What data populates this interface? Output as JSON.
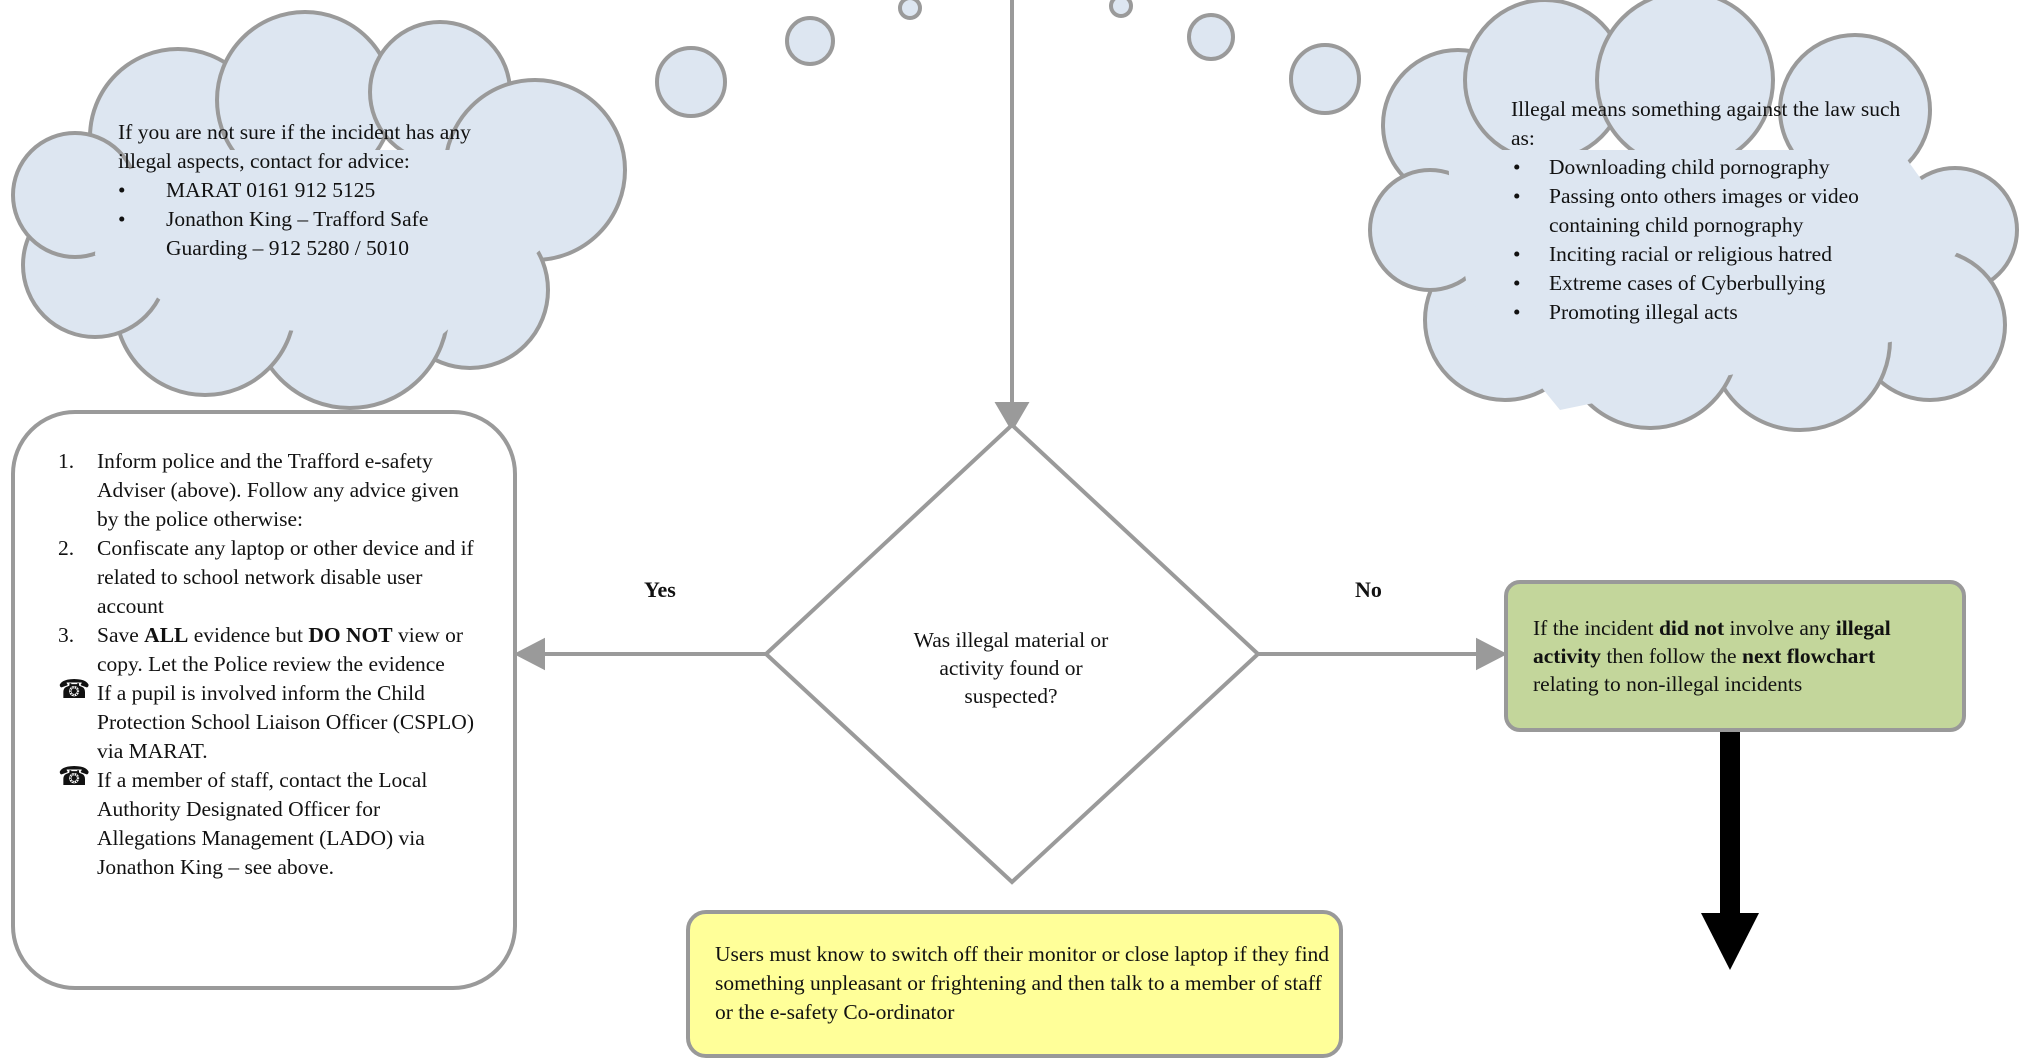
{
  "diagram": {
    "cloud_left": {
      "intro": "If you are not sure if the incident has any illegal aspects, contact for advice:",
      "items": [
        "MARAT 0161 912 5125",
        "Jonathon King – Trafford Safe Guarding – 912 5280 / 5010"
      ]
    },
    "cloud_right": {
      "intro": "Illegal means something against the law such as:",
      "items": [
        "Downloading child pornography",
        "Passing onto others images or video containing child pornography",
        "Inciting racial or religious hatred",
        "Extreme cases of Cyberbullying",
        "Promoting illegal acts"
      ]
    },
    "decision": {
      "text": "Was illegal material or activity found or suspected?"
    },
    "yes_label": "Yes",
    "no_label": "No",
    "yes_action": {
      "steps": [
        {
          "num": "1.",
          "text": "Inform police and the Trafford e-safety Adviser (above). Follow any advice given by the police otherwise:"
        },
        {
          "num": "2.",
          "text": "Confiscate any laptop or other device and if related to school network disable user account"
        },
        {
          "num": "3.",
          "pre": "Save ",
          "b1": "ALL",
          "mid": " evidence but ",
          "b2": "DO NOT",
          "post": " view or copy. Let the Police review the evidence"
        }
      ],
      "phone_icon": "telephone-icon",
      "phone_items": [
        "If a pupil is involved inform the Child Protection School Liaison Officer (CSPLO) via MARAT.",
        "If a member of staff, contact the Local Authority Designated Officer for Allegations Management (LADO) via Jonathon King – see above."
      ]
    },
    "no_action": {
      "t1": "If the incident ",
      "b1": "did not",
      "t2": " involve any ",
      "b2": "illegal activity",
      "t3": " then follow the ",
      "b3": "next flowchart",
      "t4": " relating to non-illegal incidents"
    },
    "note": {
      "text": "Users must know to switch off their monitor or close laptop if they find something unpleasant or frightening and then talk to a member of staff or the e-safety Co-ordinator"
    },
    "colors": {
      "cloud_fill": "#dde6f1",
      "shape_stroke": "#999999",
      "no_box_fill": "#c3d69b",
      "note_fill": "#ffff99",
      "arrow_dark": "#000000"
    }
  }
}
